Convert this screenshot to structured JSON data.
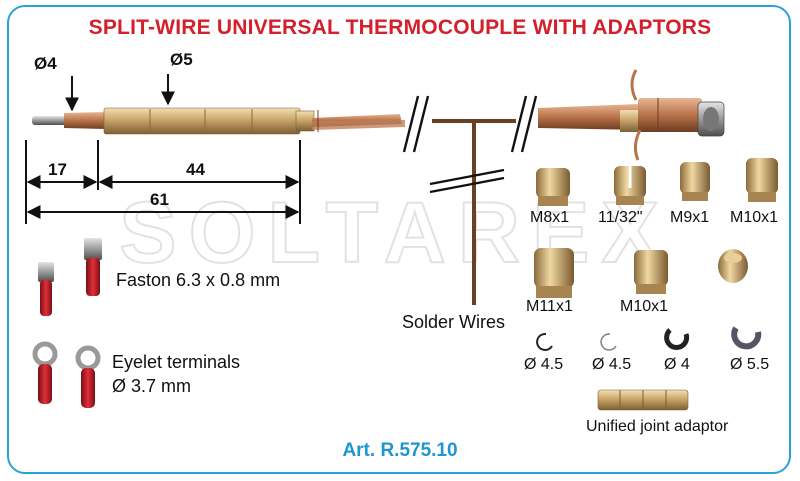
{
  "title": "SPLIT-WIRE UNIVERSAL THERMOCOUPLE WITH ADAPTORS",
  "article": "Art. R.575.10",
  "watermark": "SOLTAREX",
  "dimensions": {
    "tip_diameter": "Ø4",
    "body_diameter": "Ø5",
    "tip_length": "17",
    "body_length": "44",
    "total_length": "61"
  },
  "terminals": {
    "faston": "Faston 6.3 x 0.8 mm",
    "eyelet_line1": "Eyelet terminals",
    "eyelet_line2": "Ø 3.7 mm"
  },
  "solder": "Solder Wires",
  "nuts_row1": [
    "M8x1",
    "11/32\"",
    "M9x1",
    "M10x1"
  ],
  "nuts_row2": [
    "M11x1",
    "M10x1"
  ],
  "rings": [
    "Ø 4.5",
    "Ø 4.5",
    "Ø 4",
    "Ø 5.5"
  ],
  "joint": "Unified joint adaptor",
  "colors": {
    "frame": "#27a3d6",
    "title": "#d3202b",
    "article": "#1e96d2",
    "brass": "#c9a66b",
    "copper": "#b8734a",
    "terminal_red": "#c8202a"
  }
}
